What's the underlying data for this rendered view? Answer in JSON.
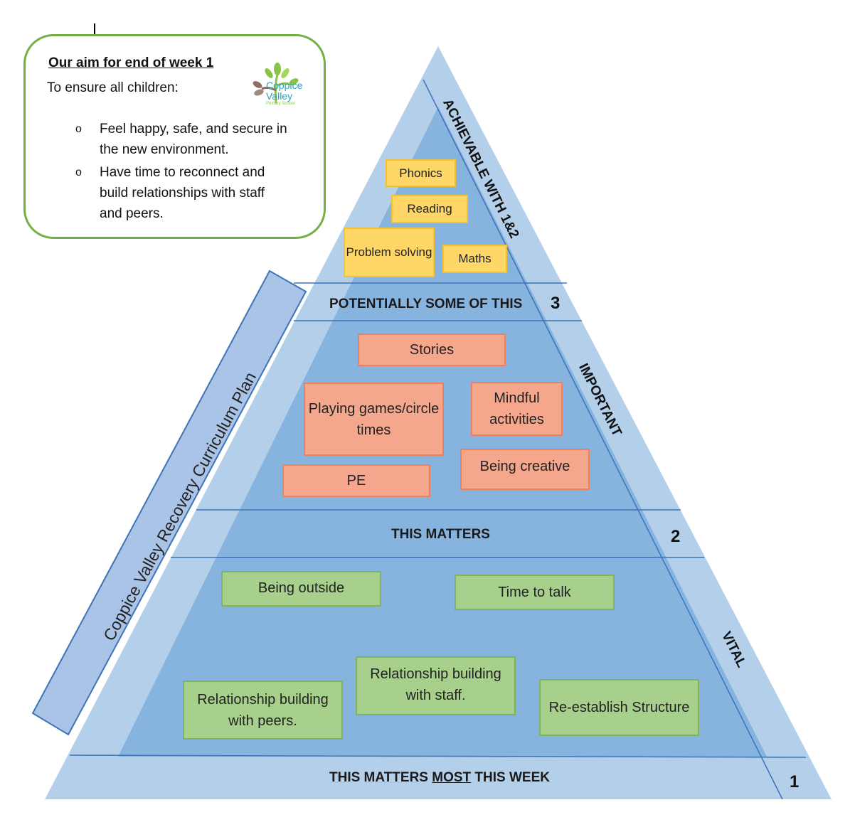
{
  "aim": {
    "title": "Our aim for end of week 1",
    "intro": "To ensure all children:",
    "bullet_char": "o",
    "items": [
      "Feel happy, safe, and secure in the new environment.",
      "Have time to reconnect and build relationships with staff and peers."
    ]
  },
  "logo": {
    "line1": "Coppice",
    "line2": "Valley",
    "tagline": "Primary School"
  },
  "side_banner": "Coppice Valley Recovery Curriculum Plan",
  "levels": {
    "top": {
      "side_label": "ACHIEVABLE WITH 1&2",
      "band_label": "POTENTIALLY SOME OF THIS",
      "number": "3"
    },
    "middle": {
      "side_label": "IMPORTANT",
      "band_label": "THIS MATTERS",
      "number": "2"
    },
    "bottom": {
      "side_label": "VITAL",
      "band_label_before": "THIS MATTERS ",
      "band_label_emph": "MOST",
      "band_label_after": " THIS WEEK",
      "number": "1"
    }
  },
  "top_boxes": {
    "phonics": "Phonics",
    "reading": "Reading",
    "problem": "Problem solving",
    "maths": "Maths"
  },
  "middle_boxes": {
    "stories": "Stories",
    "games": "Playing games/circle times",
    "mindful": "Mindful activities",
    "pe": "PE",
    "creative": "Being creative"
  },
  "bottom_boxes": {
    "outside": "Being outside",
    "talk": "Time to talk",
    "staff": "Relationship building with staff.",
    "peers": "Relationship building with peers.",
    "structure": "Re-establish Structure"
  },
  "colors": {
    "outer": "#b4cfea",
    "inner": "#86b4df",
    "line": "#3d73b8",
    "aim_border": "#72b043"
  }
}
